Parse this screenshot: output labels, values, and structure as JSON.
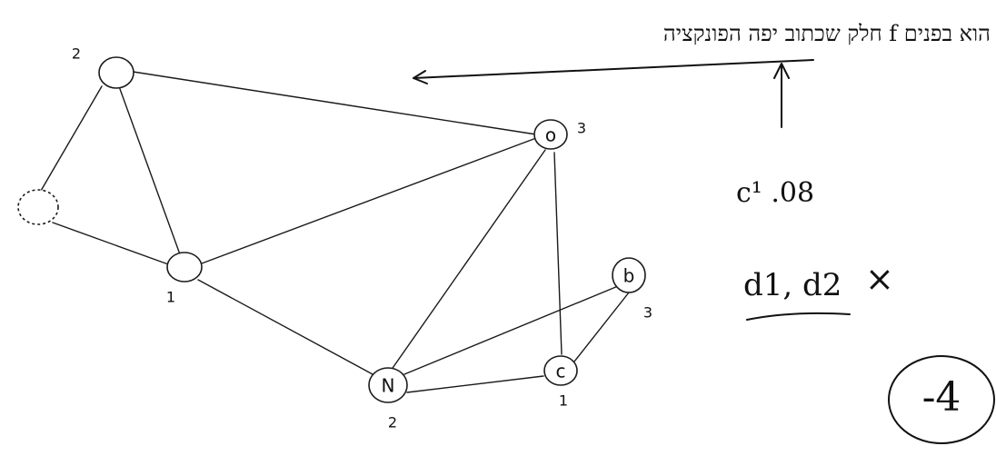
{
  "nodes": [
    {
      "id": "top-left",
      "label": "",
      "number": "2"
    },
    {
      "id": "left",
      "label": "",
      "number": ""
    },
    {
      "id": "center-left",
      "label": "",
      "number": "1"
    },
    {
      "id": "o",
      "label": "o",
      "number": "3"
    },
    {
      "id": "n",
      "label": "N",
      "number": "2"
    },
    {
      "id": "c",
      "label": "c",
      "number": "1"
    },
    {
      "id": "b",
      "label": "b",
      "number": "3"
    }
  ],
  "annotations": {
    "top_text": "חלק שכתוב יפה הפונקציה f הוא בפנים",
    "line1": "c¹ .08",
    "line2": "",
    "line3": "d1, d2",
    "cross": "×",
    "line4": "",
    "circled": "-4"
  }
}
